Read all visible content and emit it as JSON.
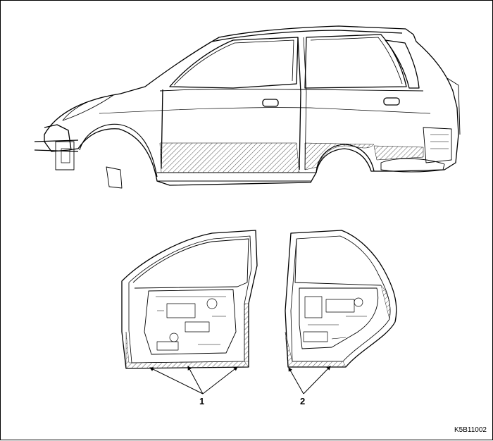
{
  "callouts": [
    {
      "id": "1",
      "label": "1"
    },
    {
      "id": "2",
      "label": "2"
    }
  ],
  "figure_code": "K5B11002",
  "colors": {
    "line": "#000000",
    "hatch": "#555555",
    "background": "#ffffff"
  }
}
